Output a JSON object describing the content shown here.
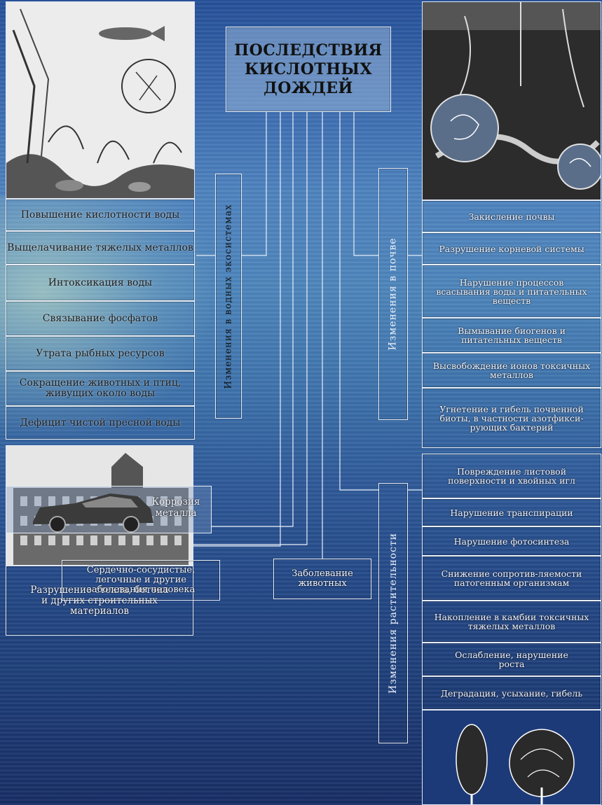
{
  "title": "ПОСЛЕДСТВИЯ\nКИСЛОТНЫХ\nДОЖДЕЙ",
  "categories": {
    "water": "Изменения в водных экосистемах",
    "soil": "Изменения в почве",
    "plants": "Изменения растительности"
  },
  "water_effects": [
    "Повышение кислотности воды",
    "Выщелачивание тяжелых металлов",
    "Интоксикация воды",
    "Связывание фосфатов",
    "Утрата рыбных ресурсов",
    "Сокращение животных и птиц, живущих около воды",
    "Дефицит чистой пресной воды"
  ],
  "soil_effects": [
    "Закисление почвы",
    "Разрушение корневой системы",
    "Нарушение процессов всасывания воды и питательных веществ",
    "Вымывание биогенов и питательных веществ",
    "Высвобождение ионов токсичных металлов",
    "Угнетение и гибель почвенной биоты, в частности азотфикси-рующих бактерий"
  ],
  "plant_effects": [
    "Повреждение листовой поверхности и хвойных игл",
    "Нарушение транспирации",
    "Нарушение фотосинтеза",
    "Снижение сопротив-ляемости патогенным организмам",
    "Накопление в камбии токсичных тяжелых металлов",
    "Ослабление, нарушение роста",
    "Деградация, усыхание, гибель"
  ],
  "buildings": "Разрушение стекла, бетона и других строительных материалов",
  "corrosion": "Коррозия металла",
  "human": "Сердечно-сосудистые, легочные и другие заболевания человека",
  "animals": "Заболевание животных",
  "colors": {
    "line": "#e8eef8",
    "text_dark": "#1c1c1c",
    "text_light": "#f3f4fb"
  }
}
